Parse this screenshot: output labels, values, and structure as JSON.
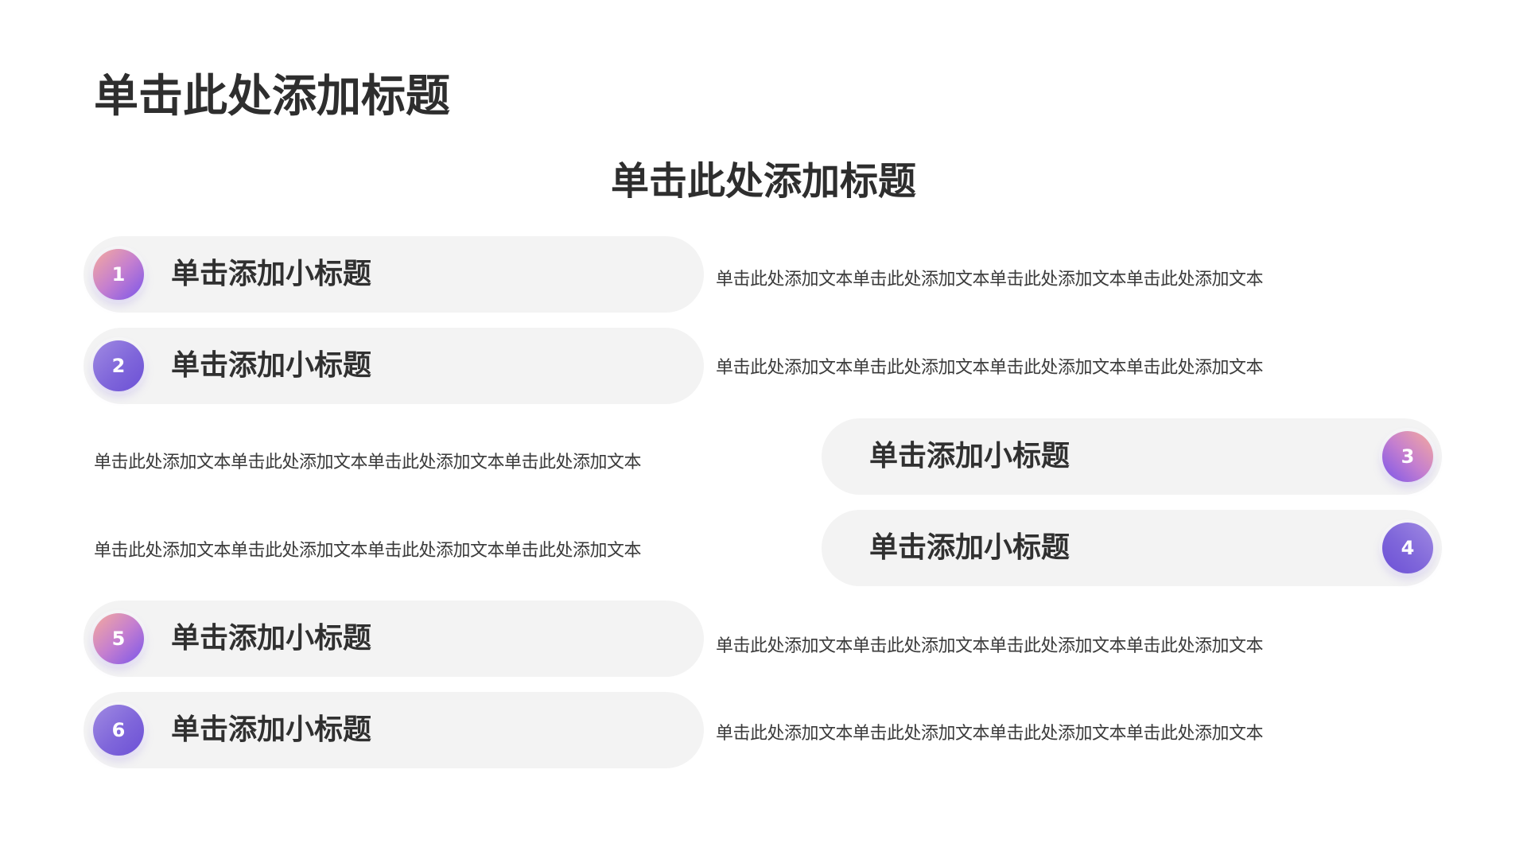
{
  "slide": {
    "main_title": "单击此处添加标题",
    "center_title": "单击此处添加标题",
    "colors": {
      "pill_background": "#f3f3f3",
      "title_text": "#2e2e2e",
      "body_text": "#3a3a3a",
      "badge_warm_start": "#f6ab9c",
      "badge_warm_end": "#7a55ea",
      "badge_cool_start": "#a08ae2",
      "badge_cool_end": "#6c50d6"
    },
    "items": [
      {
        "number": "1",
        "subtitle": "单击添加小标题",
        "text": "单击此处添加文本单击此处添加文本单击此处添加文本单击此处添加文本",
        "side": "left"
      },
      {
        "number": "2",
        "subtitle": "单击添加小标题",
        "text": "单击此处添加文本单击此处添加文本单击此处添加文本单击此处添加文本",
        "side": "left"
      },
      {
        "number": "3",
        "subtitle": "单击添加小标题",
        "text": "单击此处添加文本单击此处添加文本单击此处添加文本单击此处添加文本",
        "side": "right"
      },
      {
        "number": "4",
        "subtitle": "单击添加小标题",
        "text": "单击此处添加文本单击此处添加文本单击此处添加文本单击此处添加文本",
        "side": "right"
      },
      {
        "number": "5",
        "subtitle": "单击添加小标题",
        "text": "单击此处添加文本单击此处添加文本单击此处添加文本单击此处添加文本",
        "side": "left"
      },
      {
        "number": "6",
        "subtitle": "单击添加小标题",
        "text": "单击此处添加文本单击此处添加文本单击此处添加文本单击此处添加文本",
        "side": "left"
      }
    ]
  }
}
